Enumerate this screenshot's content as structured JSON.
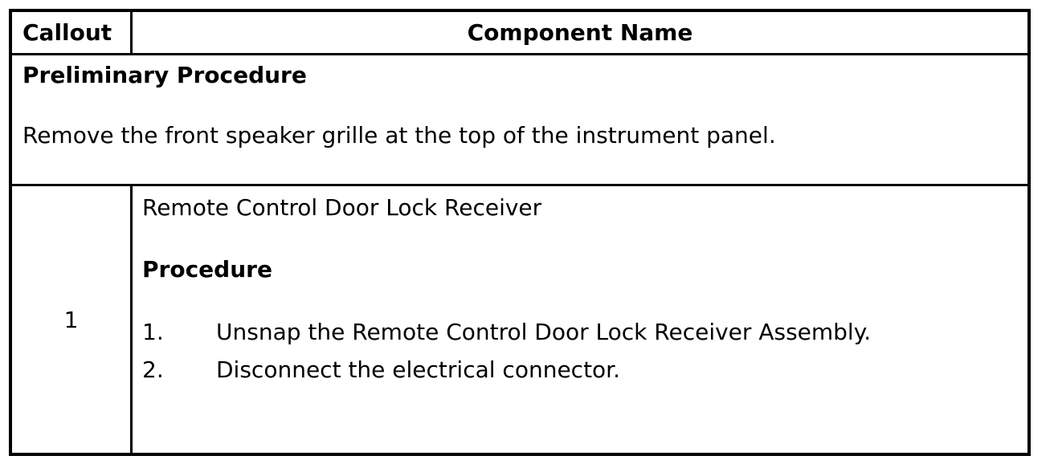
{
  "table": {
    "header": {
      "callout_label": "Callout",
      "component_label": "Component Name"
    },
    "preliminary": {
      "title": "Preliminary Procedure",
      "text": "Remove the front speaker grille at the top of the instrument panel."
    },
    "rows": [
      {
        "callout": "1",
        "component": "Remote Control Door Lock Receiver",
        "procedure_label": "Procedure",
        "steps": [
          {
            "num": "1.",
            "text": "Unsnap the Remote Control Door Lock Receiver Assembly."
          },
          {
            "num": "2.",
            "text": "Disconnect the electrical connector."
          }
        ]
      }
    ]
  },
  "colors": {
    "border": "#000000",
    "text": "#000000",
    "background": "#ffffff"
  }
}
